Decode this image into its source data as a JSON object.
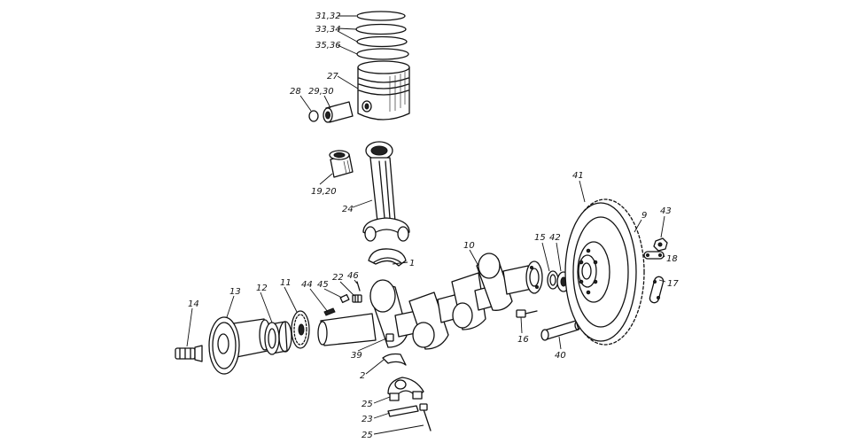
{
  "labels": {
    "l31": "31,32",
    "l33": "33,34",
    "l35": "35,36",
    "l27": "27",
    "l28": "28",
    "l29": "29,30",
    "l19": "19,20",
    "l24": "24",
    "l1": "1",
    "l10": "10",
    "l41": "41",
    "l9": "9",
    "l43": "43",
    "l15": "15",
    "l42": "42",
    "l18": "18",
    "l17": "17",
    "l46": "46",
    "l45": "45",
    "l22": "22",
    "l44": "44",
    "l13": "13",
    "l12": "12",
    "l11": "11",
    "l14": "14",
    "l39": "39",
    "l16": "16",
    "l40": "40",
    "l2": "2",
    "l25a": "25",
    "l23": "23",
    "l25b": "25"
  }
}
